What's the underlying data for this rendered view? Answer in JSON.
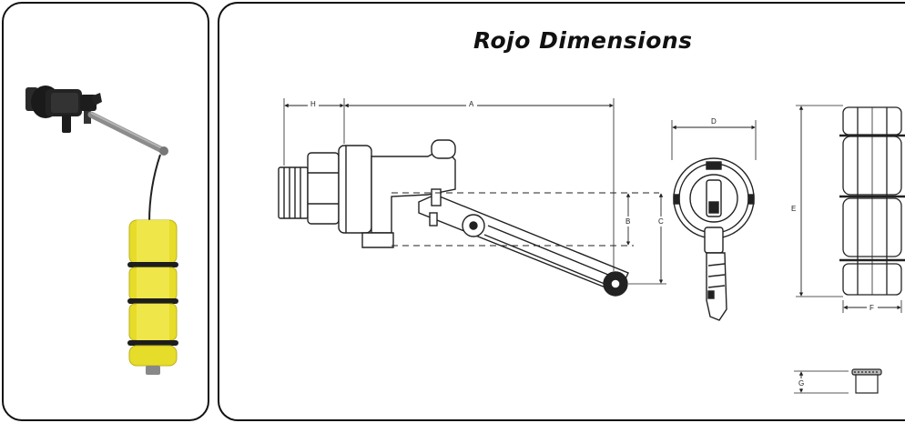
{
  "title": "Rojo Dimensions",
  "dimension_labels": {
    "a": "A",
    "b": "B",
    "c": "C",
    "d": "D",
    "e": "E",
    "f": "F",
    "g": "G",
    "h": "H"
  },
  "colors": {
    "float_yellow": "#e6dc2a",
    "valve_body": "#1e1e1e",
    "arm_grey": "#8c8c8c",
    "line": "#222222"
  }
}
